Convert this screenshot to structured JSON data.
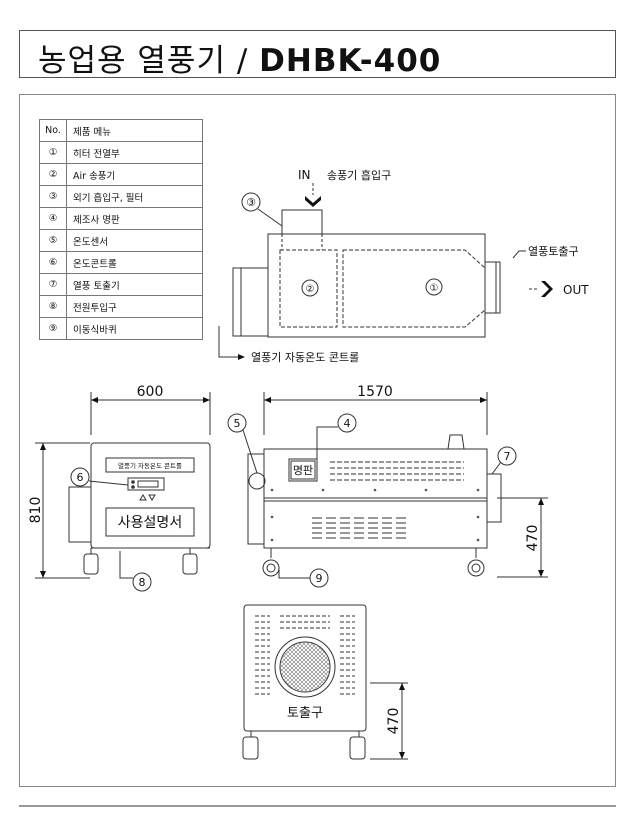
{
  "title": {
    "prefix": "농업용 열풍기 / ",
    "model": "DHBK-400"
  },
  "parts_table": {
    "headers": [
      "No.",
      "제품 메뉴"
    ],
    "rows": [
      {
        "no": "①",
        "name": "히터 전열부"
      },
      {
        "no": "②",
        "name": "Air 송풍기"
      },
      {
        "no": "③",
        "name": "외기 흡입구, 필터"
      },
      {
        "no": "④",
        "name": "제조사 명판"
      },
      {
        "no": "⑤",
        "name": "온도센서"
      },
      {
        "no": "⑥",
        "name": "온도콘트롤"
      },
      {
        "no": "⑦",
        "name": "열풍 토출기"
      },
      {
        "no": "⑧",
        "name": "전원투입구"
      },
      {
        "no": "⑨",
        "name": "이동식바퀴"
      }
    ]
  },
  "schematic": {
    "in_label": "IN",
    "intake_label": "송풍기 흡입구",
    "out_label": "OUT",
    "outlet_label": "열풍토출구",
    "controller_label": "열풍기 자동온도 콘트롤",
    "callouts": {
      "c1": "①",
      "c2": "②",
      "c3": "③"
    }
  },
  "front_view": {
    "width_dim": "600",
    "height_dim": "810",
    "panel_label": "열풍기 자동온도 콘트롤",
    "manual_label": "사용설명서",
    "callouts": {
      "c6": "6",
      "c8": "8"
    }
  },
  "side_view": {
    "length_dim": "1570",
    "height_dim": "470",
    "plate_label": "명판",
    "callouts": {
      "c4": "4",
      "c5": "5",
      "c7": "7",
      "c9": "9"
    }
  },
  "rear_view": {
    "outlet_label": "토출구",
    "height_dim": "470"
  }
}
